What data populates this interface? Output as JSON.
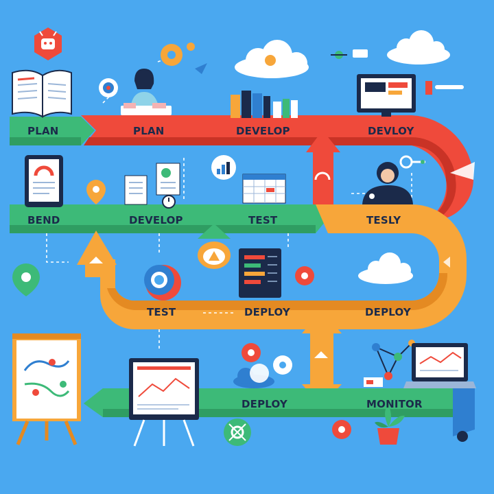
{
  "labels": {
    "row1_a": "PLAN",
    "row1_b": "PLAN",
    "row1_c": "DEVELOP",
    "row1_d": "DEVLOY",
    "row2_a": "BEND",
    "row2_b": "DEVELOP",
    "row2_c": "TEST",
    "row2_d": "TESLY",
    "row3_a": "TEST",
    "row3_b": "DEPLOY",
    "row3_c": "DEPLOY",
    "row4_a": "DEPLOY",
    "row4_b": "MONITOR"
  },
  "colors": {
    "background": "#4aa8f0",
    "green_band": "#3dba78",
    "red_band": "#ef4a3b",
    "orange_band": "#f7a63a",
    "navy": "#1b2a4a"
  },
  "icons": [
    "robot-icon",
    "book-icon",
    "person-at-desk-icon",
    "gear-icon",
    "cloud-icon",
    "binders-icon",
    "monitor-icon",
    "tablet-icon",
    "location-pin-icon",
    "document-icon",
    "spreadsheet-icon",
    "hacker-person-icon",
    "server-rack-icon",
    "flipchart-icon",
    "laptop-icon",
    "plant-icon",
    "network-icon"
  ]
}
